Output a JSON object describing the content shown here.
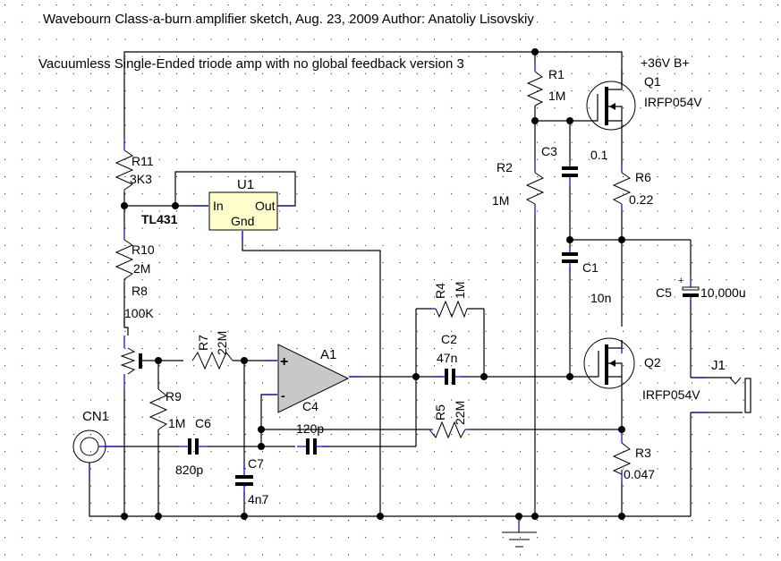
{
  "title": "Wavebourn Class-a-burn amplifier sketch, Aug. 23, 2009 Author: Anatoliy Lisovskiy",
  "subtitle": "Vacuumless Single-Ended triode amp with no global feedback version 3",
  "supply_label": "+36V B+",
  "components": {
    "R1": {
      "ref": "R1",
      "value": "1M"
    },
    "R2": {
      "ref": "R2",
      "value": "1M"
    },
    "R3": {
      "ref": "R3",
      "value": "0.047"
    },
    "R4": {
      "ref": "R4",
      "value": "1M"
    },
    "R5": {
      "ref": "R5",
      "value": "22M"
    },
    "R6": {
      "ref": "R6",
      "value": "0.22"
    },
    "R7": {
      "ref": "R7",
      "value": "22M"
    },
    "R8": {
      "ref": "R8",
      "value": "100K"
    },
    "R9": {
      "ref": "R9",
      "value": "1M"
    },
    "R10": {
      "ref": "R10",
      "value": "2M"
    },
    "R11": {
      "ref": "R11",
      "value": "3K3"
    },
    "C1": {
      "ref": "C1",
      "value": "10n"
    },
    "C2": {
      "ref": "C2",
      "value": "47n"
    },
    "C3": {
      "ref": "C3",
      "value": "0.1"
    },
    "C4": {
      "ref": "C4",
      "value": "120p"
    },
    "C5": {
      "ref": "C5",
      "value": "10,000u"
    },
    "C6": {
      "ref": "C6",
      "value": "820p"
    },
    "C7": {
      "ref": "C7",
      "value": "4n7"
    },
    "Q1": {
      "ref": "Q1",
      "value": "IRFP054V"
    },
    "Q2": {
      "ref": "Q2",
      "value": "IRFP054V"
    },
    "U1": {
      "ref": "U1",
      "value": "TL431",
      "pin_in": "In",
      "pin_out": "Out",
      "pin_gnd": "Gnd"
    },
    "A1": {
      "ref": "A1",
      "plus": "+",
      "minus": "-"
    },
    "CN1": {
      "ref": "CN1"
    },
    "J1": {
      "ref": "J1"
    }
  },
  "colors": {
    "wire": "#000000",
    "pin_wire": "#0000cc",
    "grid_dot": "#000080",
    "ic_fill": "#ffffcc",
    "opamp_fill": "#c8c8c8"
  }
}
